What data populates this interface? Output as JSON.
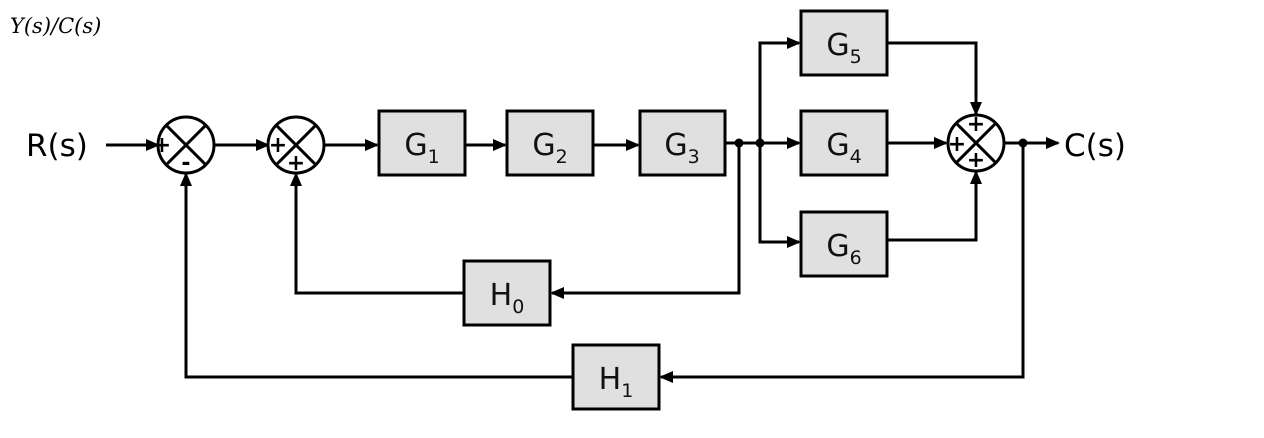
{
  "title": "Y(s)/C(s)",
  "signals": {
    "input": "R(s)",
    "output": "C(s)"
  },
  "blocks": {
    "g1": {
      "main": "G",
      "sub": "1"
    },
    "g2": {
      "main": "G",
      "sub": "2"
    },
    "g3": {
      "main": "G",
      "sub": "3"
    },
    "g4": {
      "main": "G",
      "sub": "4"
    },
    "g5": {
      "main": "G",
      "sub": "5"
    },
    "g6": {
      "main": "G",
      "sub": "6"
    },
    "h0": {
      "main": "H",
      "sub": "0"
    },
    "h1": {
      "main": "H",
      "sub": "1"
    }
  },
  "summing_points": {
    "s1": {
      "left": "+",
      "bottom": "-"
    },
    "s2": {
      "left": "+",
      "bottom": "+"
    },
    "s3": {
      "left": "+",
      "top": "+",
      "bottom": "+"
    }
  }
}
